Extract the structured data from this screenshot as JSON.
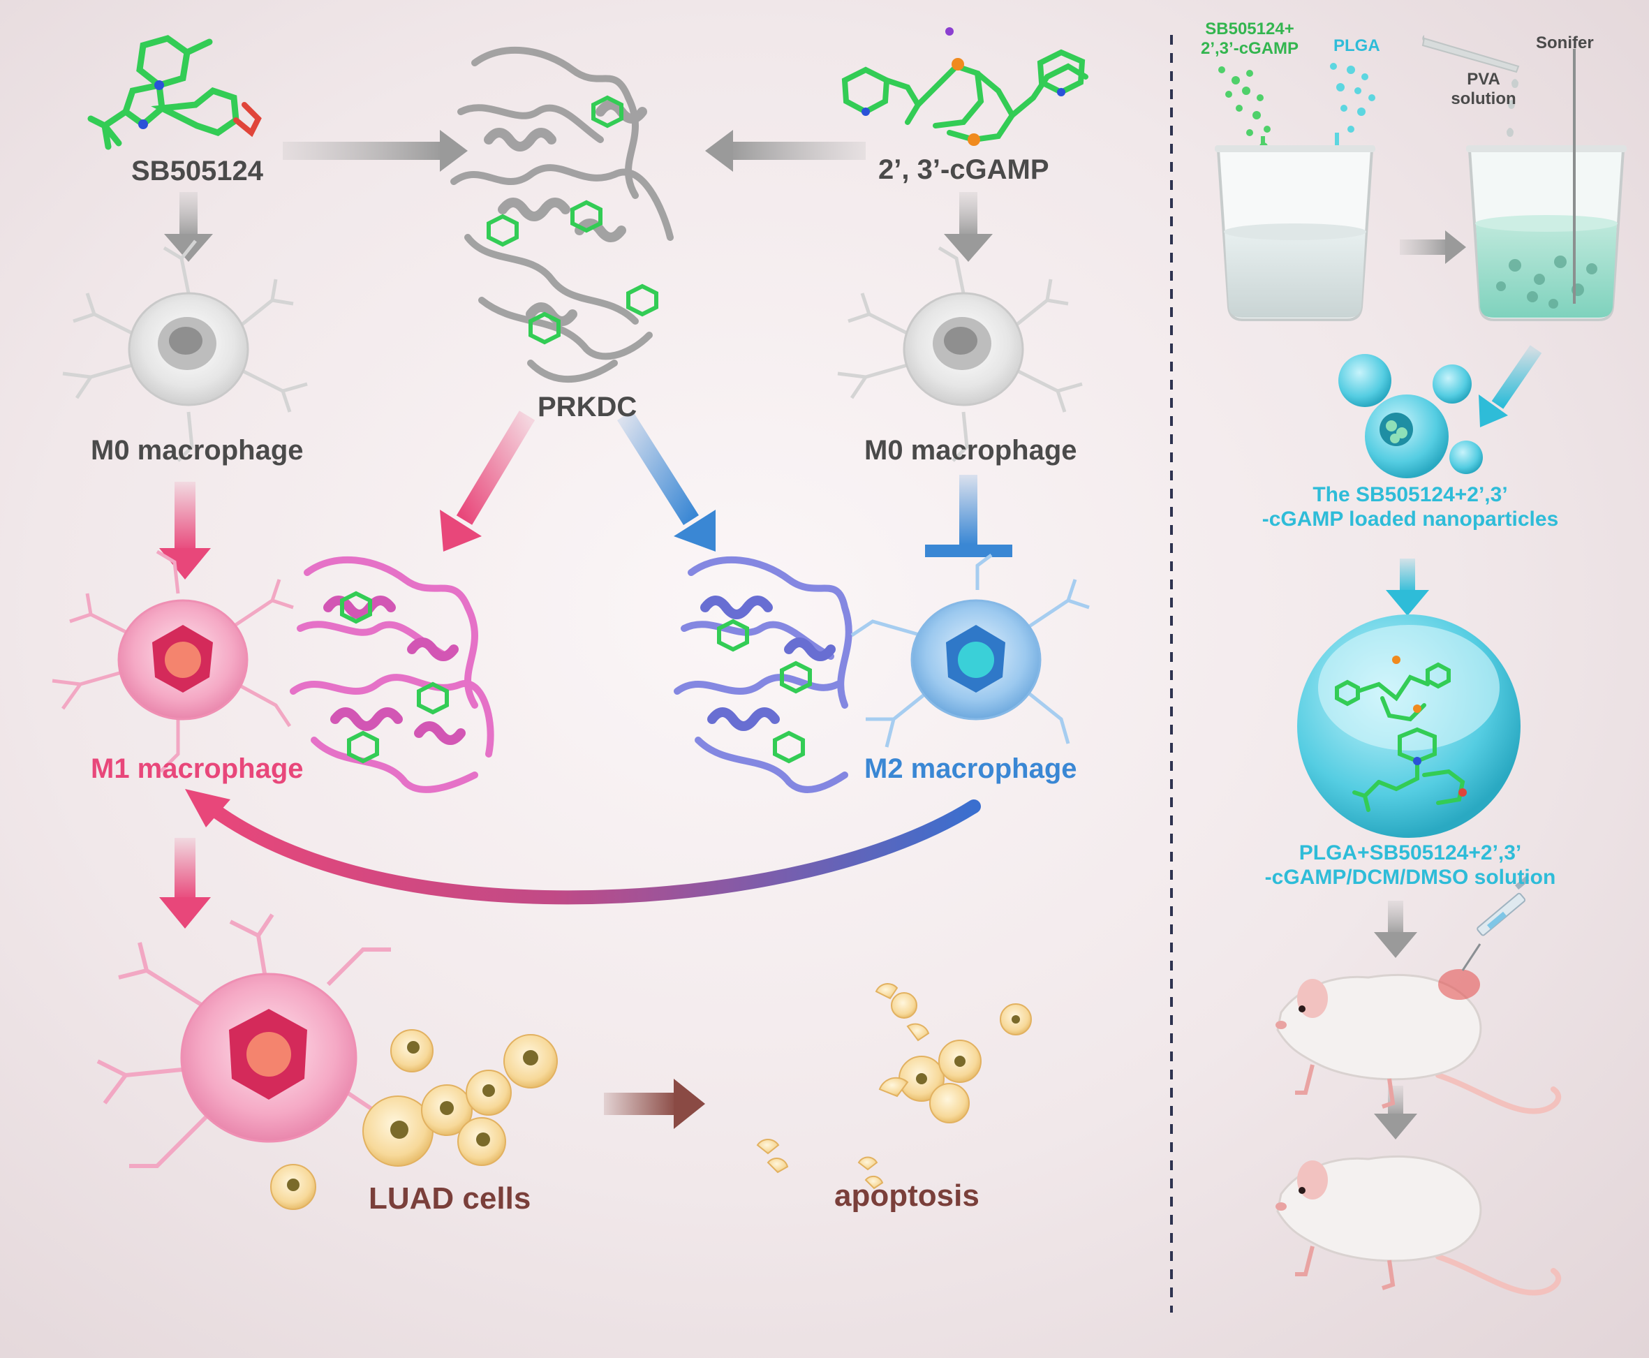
{
  "left": {
    "sb505124": "SB505124",
    "prkdc": "PRKDC",
    "cgamp": "2’, 3’-cGAMP",
    "m0_left": "M0 macrophage",
    "m0_right": "M0 macrophage",
    "m1": "M1 macrophage",
    "m2": "M2 macrophage",
    "luad": "LUAD cells",
    "apoptosis": "apoptosis"
  },
  "right": {
    "drug_label_1": "SB505124+",
    "drug_label_2": "2’,3’-cGAMP",
    "plga": "PLGA",
    "pva_1": "PVA",
    "pva_2": "solution",
    "sonifer": "Sonifer",
    "nano_1": "The SB505124+2’,3’",
    "nano_2": "-cGAMP loaded nanoparticles",
    "sol_1": "PLGA+SB505124+2’,3’",
    "sol_2": "-cGAMP/DCM/DMSO solution"
  },
  "colors": {
    "pink": "#e8477a",
    "blue": "#3a87d4",
    "cyan": "#2ebcd8",
    "green": "#33cc55",
    "grey": "#9a9a9a",
    "brown": "#8a4a44"
  }
}
